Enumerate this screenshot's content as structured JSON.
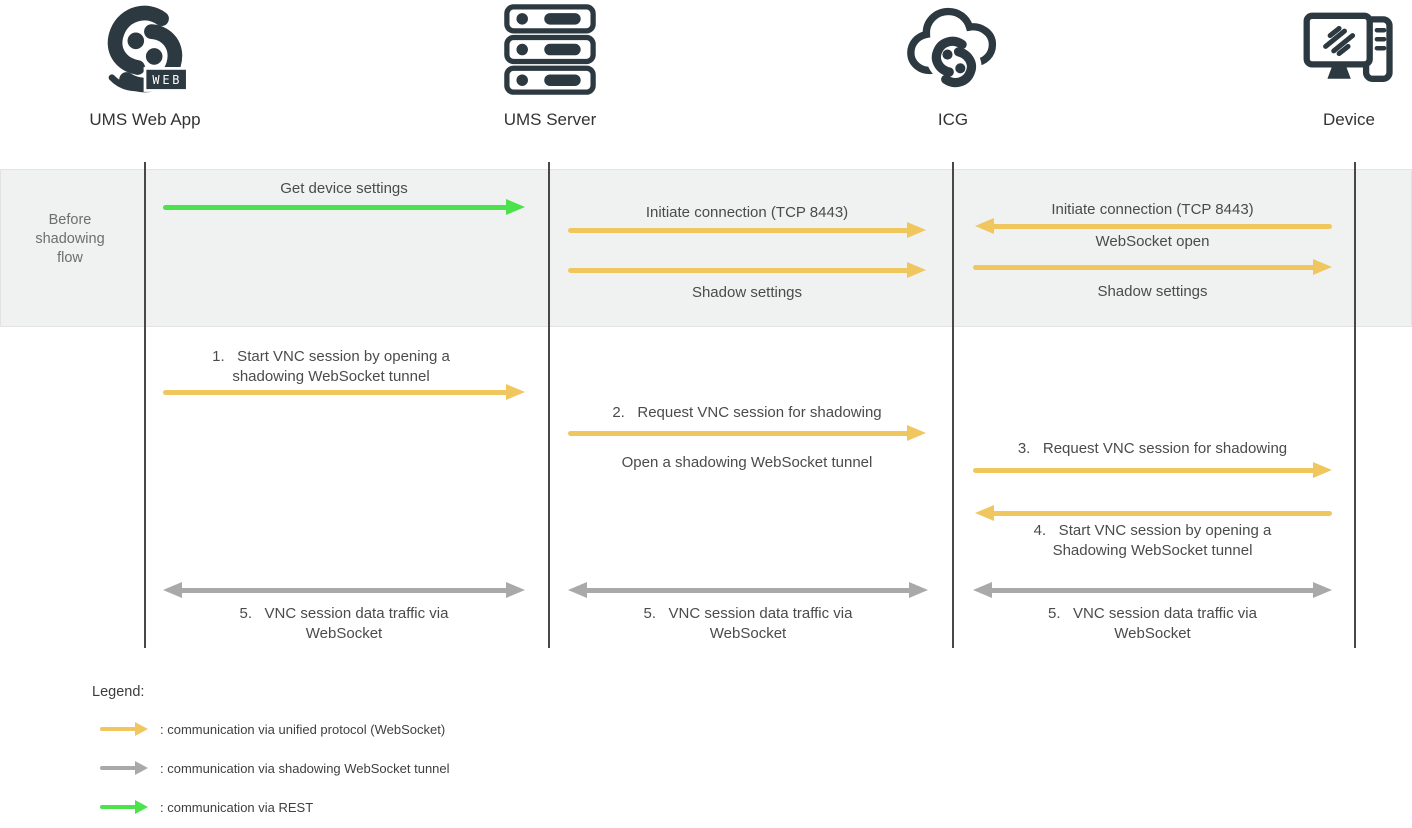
{
  "diagram": {
    "actors": [
      {
        "label": "UMS Web App",
        "icon": "ums-web-app-logo-icon"
      },
      {
        "label": "UMS Server",
        "icon": "server-stack-icon"
      },
      {
        "label": "ICG",
        "icon": "icg-cloud-icon"
      },
      {
        "label": "Device",
        "icon": "device-monitor-icon"
      }
    ],
    "web_badge": "WEB",
    "phase_label": "Before\nshadowing\nflow",
    "messages": {
      "get_device_settings": "Get device settings",
      "initiate_connection_mid": "Initiate connection (TCP 8443)",
      "initiate_connection_right": "Initiate connection (TCP 8443)",
      "websocket_open": "WebSocket open",
      "shadow_settings_mid": "Shadow settings",
      "shadow_settings_right": "Shadow settings",
      "step1": "1.   Start VNC session by opening a\nshadowing WebSocket tunnel",
      "step2": "2.   Request VNC session for shadowing",
      "step2_note": "Open a shadowing WebSocket tunnel",
      "step3": "3.   Request VNC session for shadowing",
      "step4": "4.   Start VNC session by opening a\nShadowing WebSocket tunnel",
      "step5_left": "5.   VNC session data traffic via\nWebSocket",
      "step5_mid": "5.   VNC session data traffic via\nWebSocket",
      "step5_right": "5.   VNC session data traffic via\nWebSocket"
    },
    "legend": {
      "title": "Legend:",
      "items": [
        {
          "type": "unified-protocol",
          "color": "#f0c75f",
          "label": ": communication via unified protocol (WebSocket)"
        },
        {
          "type": "shadowing-tunnel",
          "color": "#a9a9a9",
          "label": ": communication via shadowing WebSocket tunnel"
        },
        {
          "type": "rest",
          "color": "#4ce24c",
          "label": ": communication via REST"
        }
      ]
    },
    "colors": {
      "unified": "#f0c75f",
      "tunnel": "#a9a9a9",
      "rest": "#4ce24c",
      "icon": "#2c3940",
      "band_bg": "#f0f1f1"
    }
  }
}
